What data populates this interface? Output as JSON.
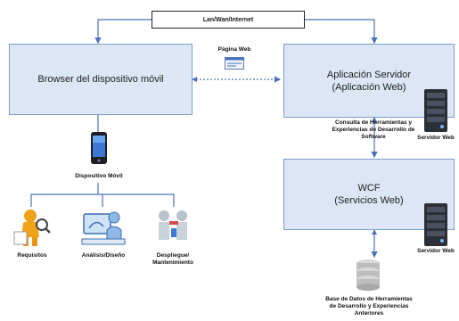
{
  "network": {
    "label": "Lan/Wan/Internet"
  },
  "web_page": {
    "label": "Página Web"
  },
  "browser": {
    "label": "Browser del dispositivo móvil"
  },
  "app_server": {
    "line1": "Aplicación Servidor",
    "line2": "(Aplicación Web)"
  },
  "consult_label": {
    "line1": "Consulta de Herramientas y",
    "line2": "Experiencias de Desarrollo de",
    "line3": "Software"
  },
  "server_web_1": {
    "label": "Servidor Web"
  },
  "server_web_2": {
    "label": "Servidor Web"
  },
  "mobile_device": {
    "label": "Dispositivo Móvil"
  },
  "wcf": {
    "line1": "WCF",
    "line2": "(Servicios Web)"
  },
  "phases": [
    {
      "label": "Requisitos"
    },
    {
      "label": "Análisis/Diseño"
    },
    {
      "label_line1": "Despliegue/",
      "label_line2": "Mantenimiento"
    }
  ],
  "database": {
    "line1": "Base de Datos de Herramientas",
    "line2": "de Desarrollo y Experiencias",
    "line3": "Anteriores"
  },
  "colors": {
    "box_fill": "#dce6f4",
    "box_border": "#7e9ccc",
    "arrow": "#4a72b8"
  }
}
